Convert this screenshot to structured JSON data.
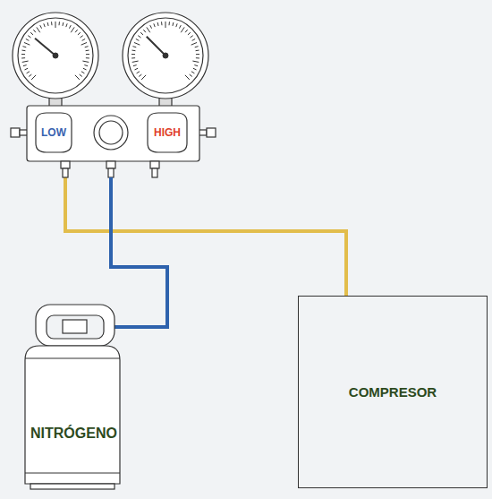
{
  "diagram": {
    "nodes": [
      {
        "text": [
          "LOW"
        ]
      },
      {
        "text": [
          "HIGH"
        ]
      },
      {
        "text": [
          "NITRÓGENO"
        ]
      },
      {
        "text": [
          "COMPRESOR"
        ]
      }
    ],
    "edges": [
      {
        "from": 0,
        "to": 3,
        "arrow": "none"
      }
    ]
  }
}
